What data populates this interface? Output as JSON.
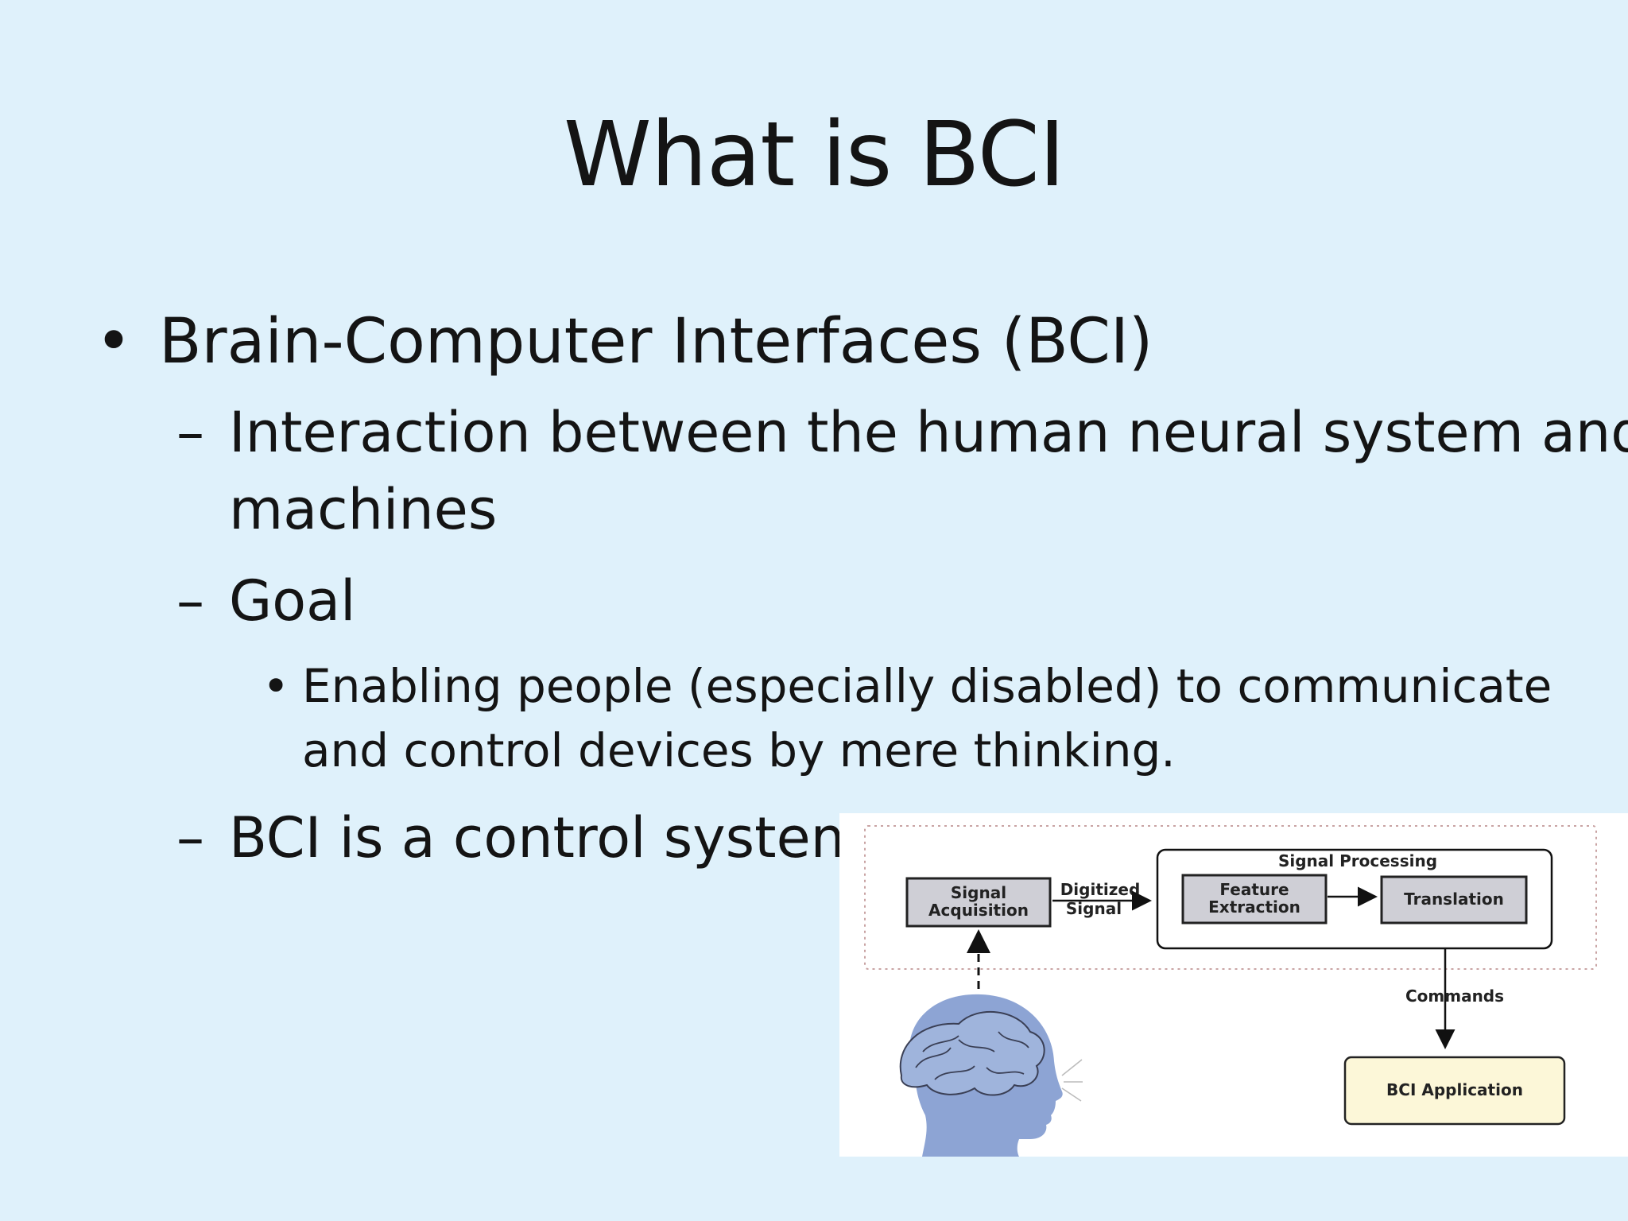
{
  "slide": {
    "title": "What is BCI",
    "bullets": [
      {
        "marker": "•",
        "text": "Brain-Computer Interfaces (BCI)"
      },
      {
        "marker": "–",
        "text": "Interaction between the human neural system and"
      },
      {
        "marker": "",
        "text": "machines"
      },
      {
        "marker": "–",
        "text": "Goal"
      },
      {
        "marker": "•",
        "text": "Enabling people (especially disabled) to communicate"
      },
      {
        "marker": "",
        "text": "and control devices by mere thinking."
      },
      {
        "marker": "–",
        "text": "BCI is a control system"
      }
    ]
  },
  "diagram": {
    "signal_acquisition": [
      "Signal",
      "Acquisition"
    ],
    "digitized_signal": [
      "Digitized",
      "Signal"
    ],
    "signal_processing": "Signal Processing",
    "feature_extraction": [
      "Feature",
      "Extraction"
    ],
    "translation": "Translation",
    "commands": "Commands",
    "bci_application": "BCI Application",
    "colors": {
      "box_fill": "#cfcfd6",
      "app_fill": "#fcf7d8",
      "head_fill": "#8da4d4",
      "dotted_border": "#c9a4a4"
    }
  }
}
